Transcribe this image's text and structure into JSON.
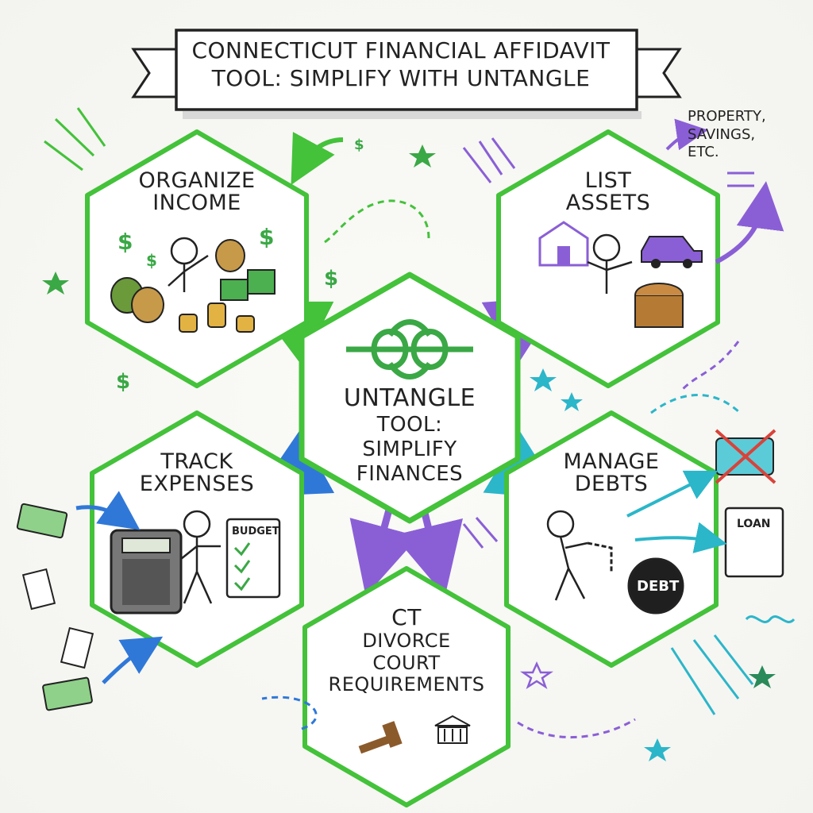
{
  "title": {
    "line1": "CONNECTICUT FINANCIAL AFFIDAVIT",
    "line2": "TOOL: SIMPLIFY WITH UNTANGLE"
  },
  "center": {
    "line1": "UNTANGLE",
    "line2": "TOOL:",
    "line3": "SIMPLIFY",
    "line4": "FINANCES"
  },
  "nodes": {
    "organize_income": {
      "line1": "ORGANIZE",
      "line2": "INCOME"
    },
    "list_assets": {
      "line1": "LIST",
      "line2": "ASSETS"
    },
    "track_expenses": {
      "line1": "TRACK",
      "line2": "EXPENSES"
    },
    "manage_debts": {
      "line1": "MANAGE",
      "line2": "DEBTS"
    },
    "court_requirements": {
      "line1": "CT",
      "line2": "DIVORCE",
      "line3": "COURT",
      "line4": "REQUIREMENTS"
    }
  },
  "side_note": {
    "line1": "PROPERTY,",
    "line2": "SAVINGS,",
    "line3": "ETC."
  },
  "tags": {
    "budget": "BUDGET",
    "debt": "DEBT",
    "loan": "LOAN",
    "dollar": "$"
  },
  "colors": {
    "hex_green": "#43c23a",
    "hex_fill": "#ffffff",
    "ink": "#222222",
    "purple": "#8a5fd6",
    "blue": "#2f78d8",
    "teal": "#2bb6c9",
    "money_green": "#3aa845"
  },
  "icons": [
    "knot-icon",
    "person-icon",
    "money-bag-icon",
    "coin-stack-icon",
    "house-icon",
    "car-icon",
    "treasure-chest-icon",
    "calculator-icon",
    "budget-clipboard-icon",
    "credit-card-crossed-icon",
    "loan-document-icon",
    "ball-and-chain-icon",
    "gavel-icon",
    "courthouse-icon",
    "star-icon",
    "banknote-icon",
    "receipt-icon"
  ]
}
